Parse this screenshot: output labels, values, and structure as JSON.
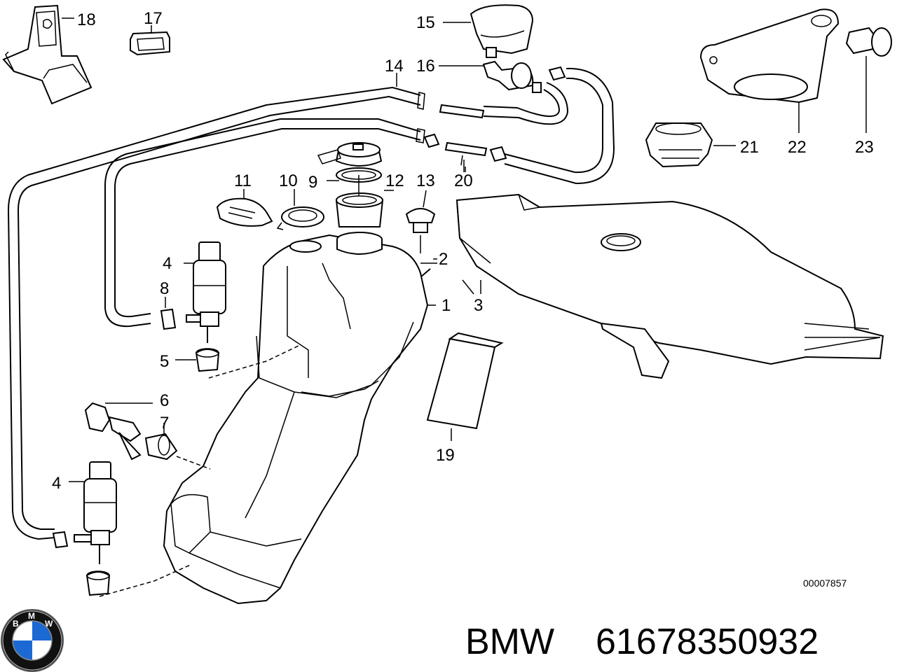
{
  "callouts": {
    "c1": "1",
    "c2": "2",
    "c3": "3",
    "c4a": "4",
    "c4b": "4",
    "c5": "5",
    "c6": "6",
    "c7": "7",
    "c8": "8",
    "c9": "9",
    "c10": "10",
    "c11": "11",
    "c12": "12",
    "c13": "13",
    "c14": "14",
    "c15": "15",
    "c16": "16",
    "c17": "17",
    "c18": "18",
    "c19": "19",
    "c20": "20",
    "c21": "21",
    "c22": "22",
    "c23": "23"
  },
  "diagram_ref": "00007857",
  "caption": {
    "brand": "BMW",
    "part_number": "61678350932"
  },
  "logo": {
    "letters": [
      "B",
      "M",
      "W"
    ],
    "colors": {
      "blue": "#1c69d4",
      "white": "#ffffff",
      "ring": "#111111"
    }
  }
}
